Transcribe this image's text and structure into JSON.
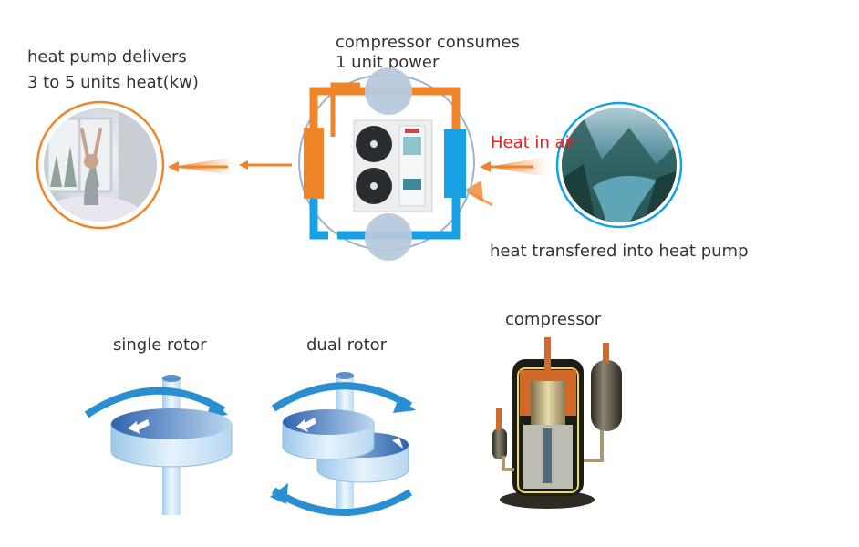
{
  "top_section": {
    "output_label": [
      "heat pump delivers",
      "3 to 5 units heat(kw)"
    ],
    "compressor_label": [
      "compressor consumes",
      "1 unit power"
    ],
    "heat_in_air_label": "Heat in air",
    "transfer_label": "heat transfered into heat pump",
    "colors": {
      "hot": "#ef8428",
      "cold": "#17a0e3",
      "heat_text": "#ee1c1c",
      "ring": "#9cb4cc"
    }
  },
  "bottom_section": {
    "single_rotor_label": "single rotor",
    "dual_rotor_label": "dual rotor",
    "compressor_label": "compressor",
    "colors": {
      "rotor_arrow": "#2a8fd0",
      "rotor_top": "#4f82c2",
      "rotor_side": "#d8ecf8"
    }
  }
}
